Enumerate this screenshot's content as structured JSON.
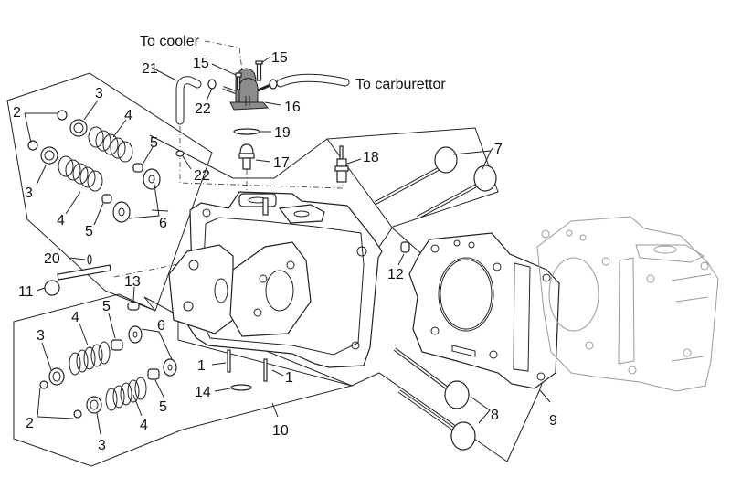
{
  "diagram": {
    "title": "Cylinder head exploded view",
    "annotations": {
      "to_cooler": "To cooler",
      "to_carburettor": "To carburettor"
    },
    "callouts": [
      {
        "id": "c1a",
        "text": "1"
      },
      {
        "id": "c1b",
        "text": "1"
      },
      {
        "id": "c2a",
        "text": "2"
      },
      {
        "id": "c2b",
        "text": "2"
      },
      {
        "id": "c3a",
        "text": "3"
      },
      {
        "id": "c3b",
        "text": "3"
      },
      {
        "id": "c3c",
        "text": "3"
      },
      {
        "id": "c3d",
        "text": "3"
      },
      {
        "id": "c4a",
        "text": "4"
      },
      {
        "id": "c4b",
        "text": "4"
      },
      {
        "id": "c4c",
        "text": "4"
      },
      {
        "id": "c4d",
        "text": "4"
      },
      {
        "id": "c5a",
        "text": "5"
      },
      {
        "id": "c5b",
        "text": "5"
      },
      {
        "id": "c5c",
        "text": "5"
      },
      {
        "id": "c5d",
        "text": "5"
      },
      {
        "id": "c6a",
        "text": "6"
      },
      {
        "id": "c6b",
        "text": "6"
      },
      {
        "id": "c7",
        "text": "7"
      },
      {
        "id": "c8",
        "text": "8"
      },
      {
        "id": "c9",
        "text": "9"
      },
      {
        "id": "c10",
        "text": "10"
      },
      {
        "id": "c11",
        "text": "11"
      },
      {
        "id": "c12",
        "text": "12"
      },
      {
        "id": "c13",
        "text": "13"
      },
      {
        "id": "c14",
        "text": "14"
      },
      {
        "id": "c15a",
        "text": "15"
      },
      {
        "id": "c15b",
        "text": "15"
      },
      {
        "id": "c16",
        "text": "16"
      },
      {
        "id": "c17",
        "text": "17"
      },
      {
        "id": "c18",
        "text": "18"
      },
      {
        "id": "c19",
        "text": "19"
      },
      {
        "id": "c20",
        "text": "20"
      },
      {
        "id": "c21",
        "text": "21"
      },
      {
        "id": "c22a",
        "text": "22"
      },
      {
        "id": "c22b",
        "text": "22"
      }
    ]
  }
}
